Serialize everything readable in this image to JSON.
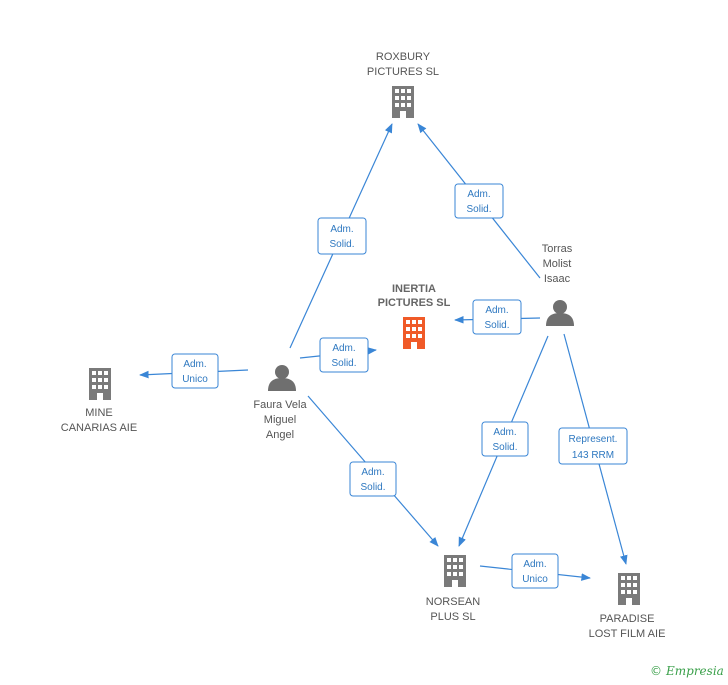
{
  "colors": {
    "company": "#7a7a7a",
    "company_main": "#f05a28",
    "person": "#6f6f6f",
    "edge": "#3a86d6",
    "edge_text": "#2e78c0",
    "brand": "#3aa04a"
  },
  "nodes": {
    "roxbury": {
      "type": "company",
      "icon": "building-icon",
      "lines": [
        "ROXBURY",
        "PICTURES SL"
      ]
    },
    "inertia": {
      "type": "company-main",
      "icon": "building-icon",
      "lines": [
        "INERTIA",
        "PICTURES SL"
      ]
    },
    "mine": {
      "type": "company",
      "icon": "building-icon",
      "lines": [
        "MINE",
        "CANARIAS  AIE"
      ]
    },
    "norsean": {
      "type": "company",
      "icon": "building-icon",
      "lines": [
        "NORSEAN",
        "PLUS SL"
      ]
    },
    "paradise": {
      "type": "company",
      "icon": "building-icon",
      "lines": [
        "PARADISE",
        "LOST FILM AIE"
      ]
    },
    "faura": {
      "type": "person",
      "icon": "person-icon",
      "lines": [
        "Faura Vela",
        "Miguel",
        "Angel"
      ]
    },
    "torras": {
      "type": "person",
      "icon": "person-icon",
      "lines": [
        "Torras",
        "Molist",
        "Isaac"
      ]
    }
  },
  "edges": {
    "faura_roxbury": [
      "Adm.",
      "Solid."
    ],
    "torras_roxbury": [
      "Adm.",
      "Solid."
    ],
    "torras_inertia": [
      "Adm.",
      "Solid."
    ],
    "faura_inertia": [
      "Adm.",
      "Solid."
    ],
    "faura_mine": [
      "Adm.",
      "Unico"
    ],
    "faura_norsean": [
      "Adm.",
      "Solid."
    ],
    "torras_norsean": [
      "Adm.",
      "Solid."
    ],
    "torras_paradise": [
      "Represent.",
      "143 RRM"
    ],
    "norsean_paradise": [
      "Adm.",
      "Unico"
    ]
  },
  "brand": {
    "copyright": "©",
    "name": "Empresia"
  }
}
